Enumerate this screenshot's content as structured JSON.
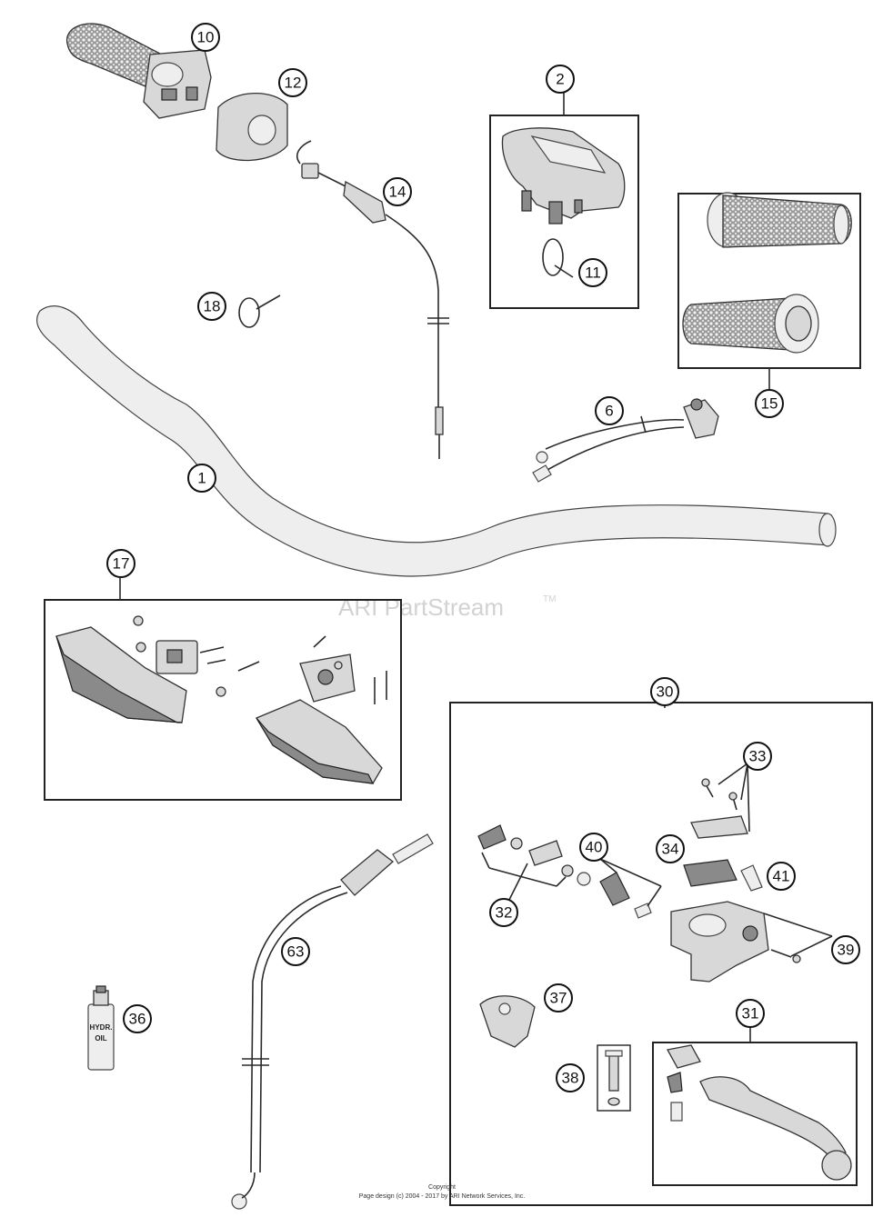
{
  "callouts": [
    "1",
    "2",
    "6",
    "10",
    "11",
    "12",
    "14",
    "15",
    "17",
    "18",
    "30",
    "31",
    "32",
    "33",
    "34",
    "36",
    "37",
    "38",
    "39",
    "40",
    "41",
    "63"
  ],
  "watermark": {
    "text": "ARI PartStream",
    "tm": "TM"
  },
  "copyright": {
    "line1": "Copyright",
    "line2": "Page design (c) 2004 - 2017 by ARI Network Services, Inc."
  },
  "oil_bottle": {
    "line1": "HYDR.",
    "line2": "OIL"
  }
}
